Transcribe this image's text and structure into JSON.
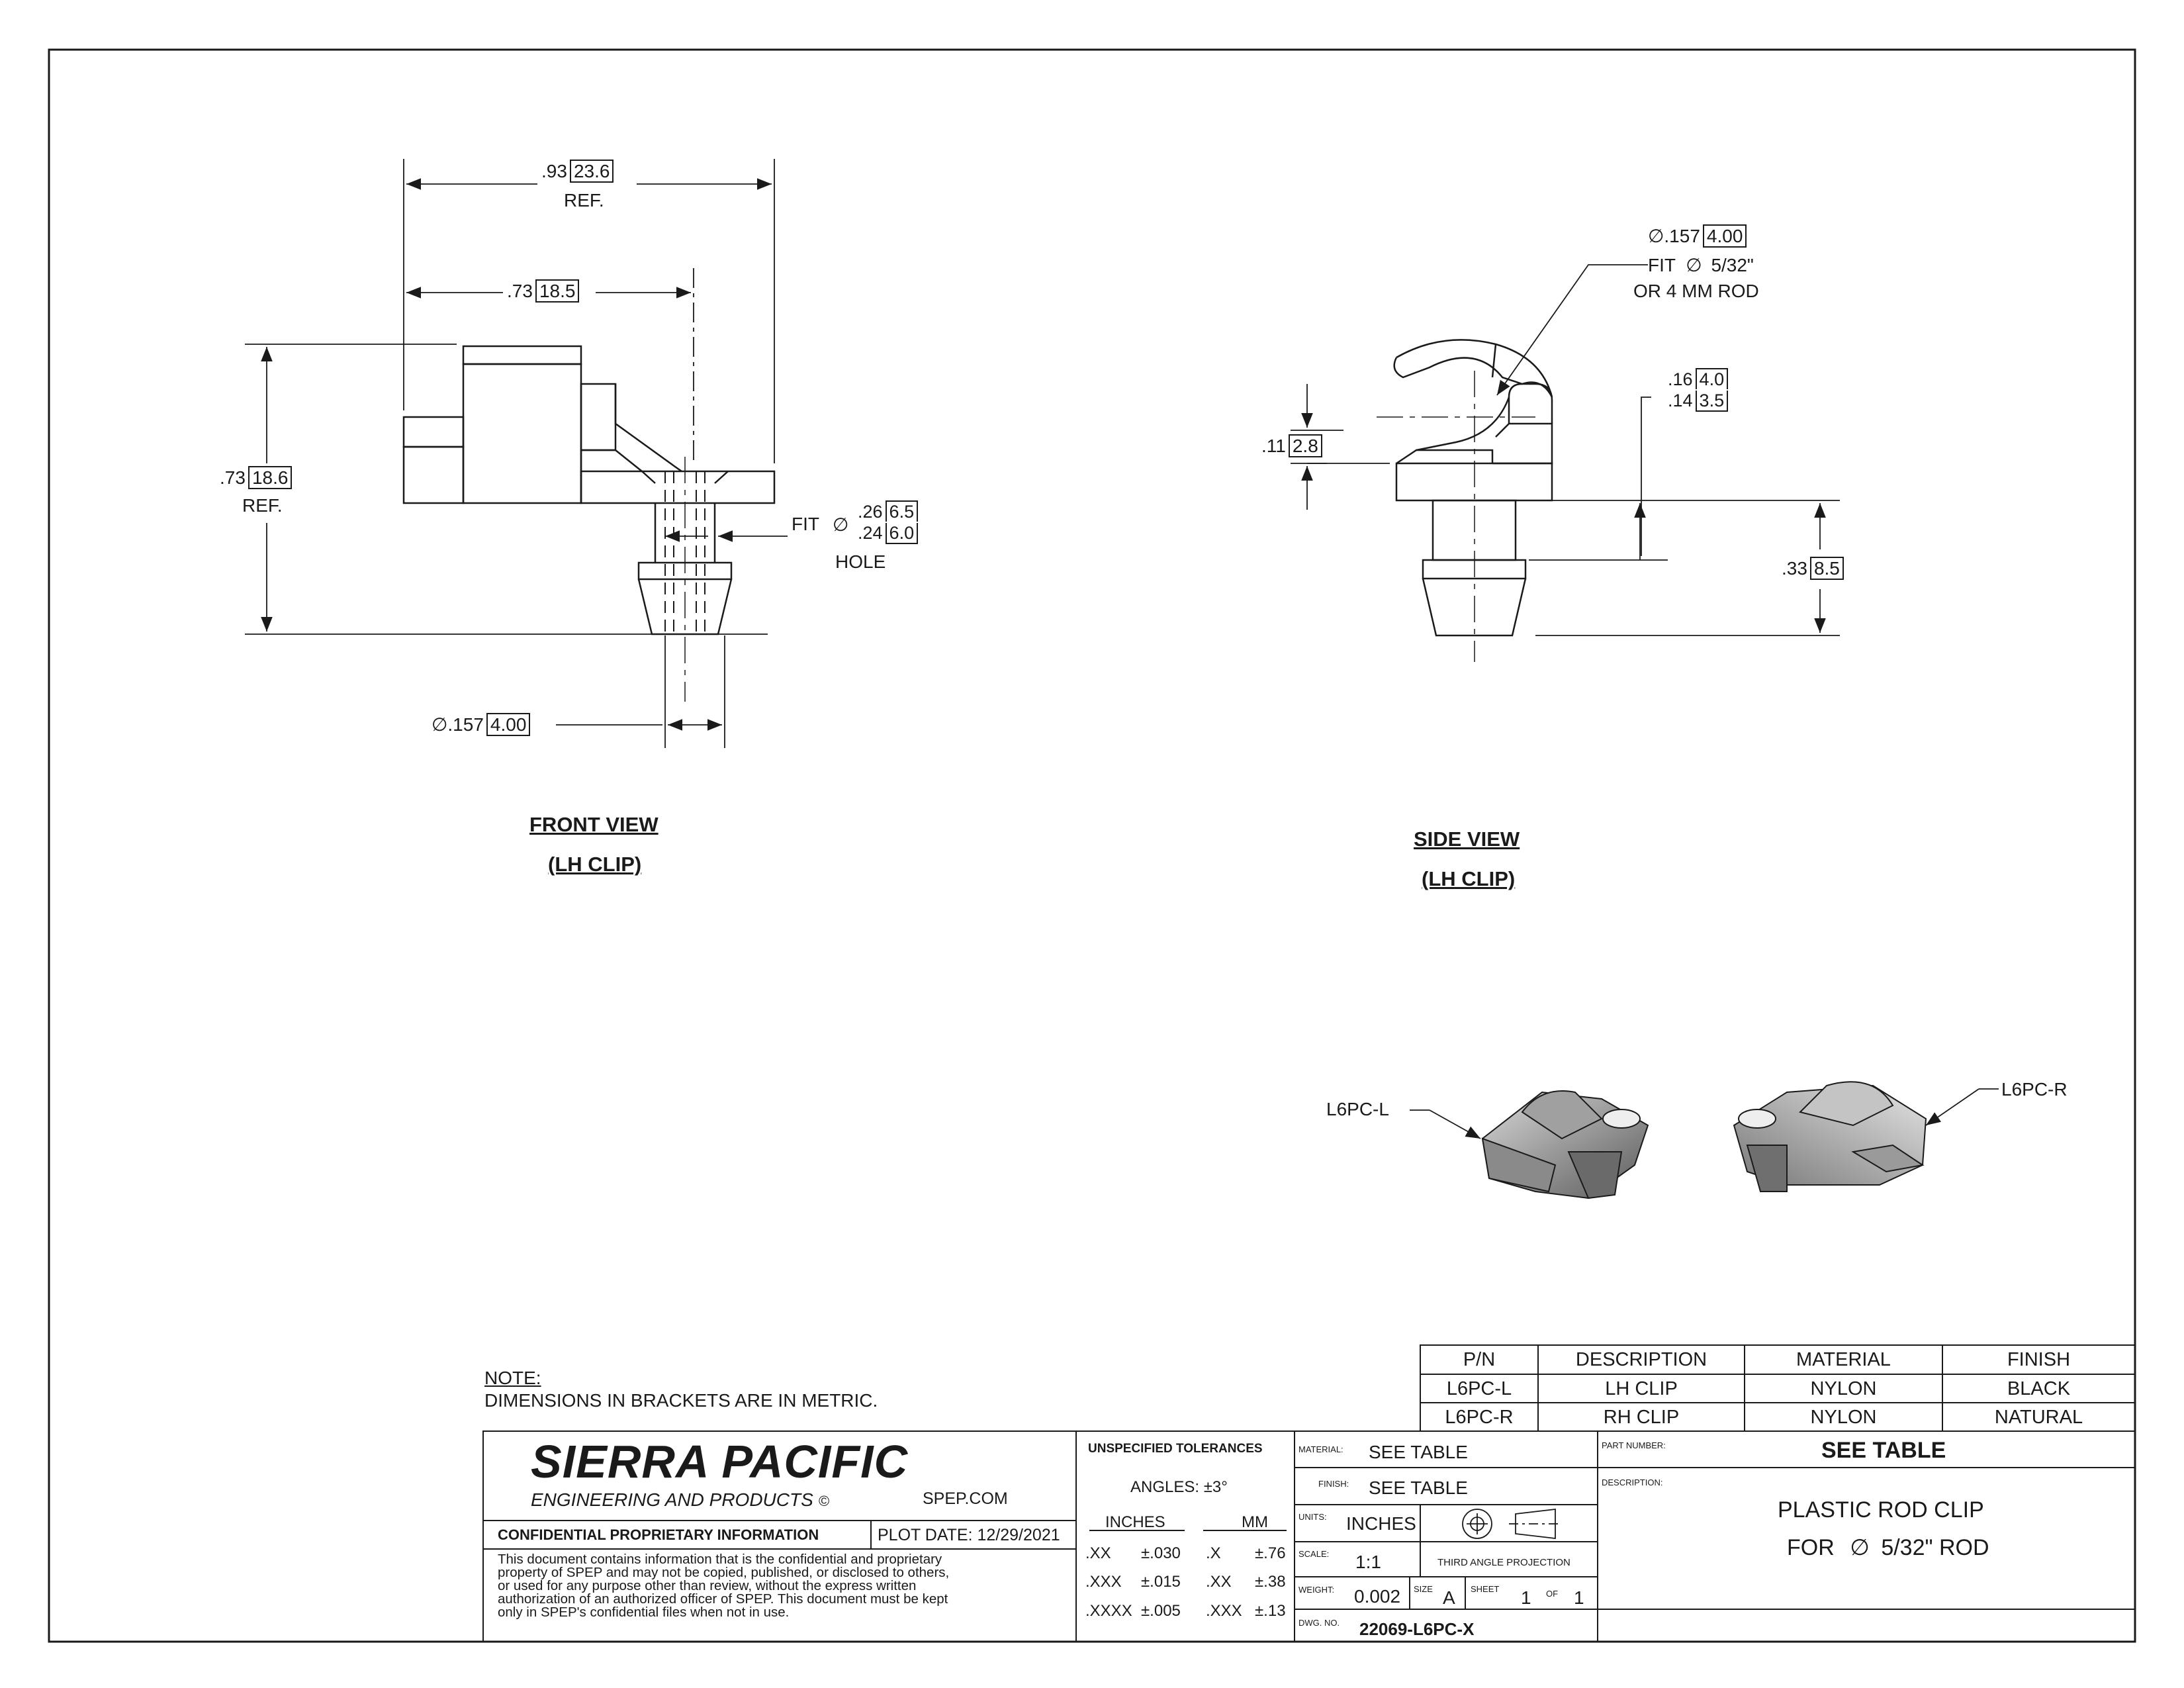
{
  "front_view": {
    "title": "FRONT VIEW",
    "subtitle": "(LH CLIP)",
    "dim_overall_in": ".93",
    "dim_overall_mm": "23.6",
    "dim_overall_note": "REF.",
    "dim_width_in": ".73",
    "dim_width_mm": "18.5",
    "dim_height_in": ".73",
    "dim_height_mm": "18.6",
    "dim_height_note": "REF.",
    "fit_label": "FIT",
    "fit_hi_in": ".26",
    "fit_hi_mm": "6.5",
    "fit_lo_in": ".24",
    "fit_lo_mm": "6.0",
    "fit_note": "HOLE",
    "bore_in": ".157",
    "bore_mm": "4.00"
  },
  "side_view": {
    "title": "SIDE VIEW",
    "subtitle": "(LH CLIP)",
    "rod_dia_in": ".157",
    "rod_dia_mm": "4.00",
    "rod_fit_line1": "FIT",
    "rod_fit_size": "5/32\"",
    "rod_fit_line2": "OR 4 MM ROD",
    "gap_in": ".11",
    "gap_mm": "2.8",
    "thick_hi_in": ".16",
    "thick_hi_mm": "4.0",
    "thick_lo_in": ".14",
    "thick_lo_mm": "3.5",
    "stem_in": ".33",
    "stem_mm": "8.5"
  },
  "iso": {
    "left_label": "L6PC-L",
    "right_label": "L6PC-R"
  },
  "note": {
    "heading": "NOTE:",
    "text": "DIMENSIONS IN BRACKETS ARE IN METRIC."
  },
  "parts_table": {
    "headers": [
      "P/N",
      "DESCRIPTION",
      "MATERIAL",
      "FINISH"
    ],
    "rows": [
      [
        "L6PC-L",
        "LH CLIP",
        "NYLON",
        "BLACK"
      ],
      [
        "L6PC-R",
        "RH CLIP",
        "NYLON",
        "NATURAL"
      ]
    ]
  },
  "title_block": {
    "company": "SIERRA PACIFIC",
    "company_sub": "ENGINEERING AND PRODUCTS",
    "copyright": "©",
    "website": "SPEP.COM",
    "confidential_label": "CONFIDENTIAL PROPRIETARY INFORMATION",
    "plot_date": "PLOT DATE: 12/29/2021",
    "confidential_text": [
      "This document contains information that is the confidential and proprietary",
      "property of SPEP and may not be copied, published, or disclosed to others,",
      "or used for any purpose  other than review, without the express written",
      "authorization of an authorized officer of SPEP. This document must be kept",
      "only in SPEP's confidential files when not in use."
    ],
    "tolerances_title": "UNSPECIFIED TOLERANCES",
    "angles": "ANGLES: ±3°",
    "inches_label": "INCHES",
    "mm_label": "MM",
    "tol_rows": [
      [
        ".XX",
        "±.030",
        ".X",
        "±.76"
      ],
      [
        ".XXX",
        "±.015",
        ".XX",
        "±.38"
      ],
      [
        ".XXXX",
        "±.005",
        ".XXX",
        "±.13"
      ]
    ],
    "material_label": "MATERIAL:",
    "material_value": "SEE TABLE",
    "finish_label": "FINISH:",
    "finish_value": "SEE TABLE",
    "units_label": "UNITS:",
    "units_value": "INCHES",
    "projection": "THIRD ANGLE PROJECTION",
    "scale_label": "SCALE:",
    "scale_value": "1:1",
    "weight_label": "WEIGHT:",
    "weight_value": "0.002",
    "size_label": "SIZE",
    "size_value": "A",
    "sheet_label": "SHEET",
    "sheet_value": "1",
    "of_label": "OF",
    "of_value": "1",
    "dwg_label": "DWG. NO.",
    "dwg_value": "22069-L6PC-X",
    "part_number_label": "PART NUMBER:",
    "part_number_value": "SEE TABLE",
    "description_label": "DESCRIPTION:",
    "description_line1": "PLASTIC ROD CLIP",
    "description_line2_prefix": "FOR",
    "description_line2_suffix": "5/32\" ROD"
  }
}
